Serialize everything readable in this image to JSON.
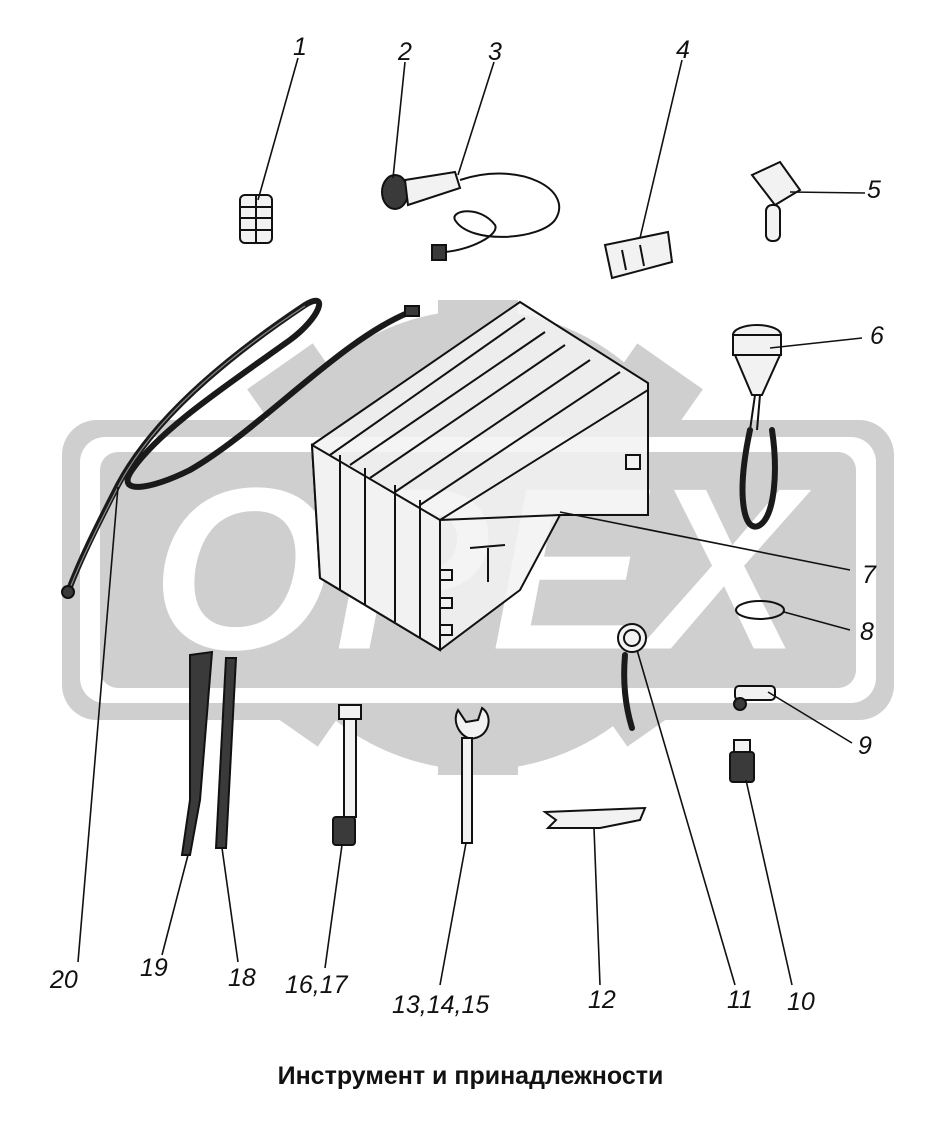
{
  "caption": "Инструмент и принадлежности",
  "watermark": {
    "text": "OPEX",
    "color": "#cfcfcf"
  },
  "callouts": {
    "c1": "1",
    "c2": "2",
    "c3": "3",
    "c4": "4",
    "c5": "5",
    "c6": "6",
    "c7": "7",
    "c8": "8",
    "c9": "9",
    "c10": "10",
    "c11": "11",
    "c12": "12",
    "c13": "13,14,15",
    "c16": "16,17",
    "c18": "18",
    "c19": "19",
    "c20": "20"
  }
}
